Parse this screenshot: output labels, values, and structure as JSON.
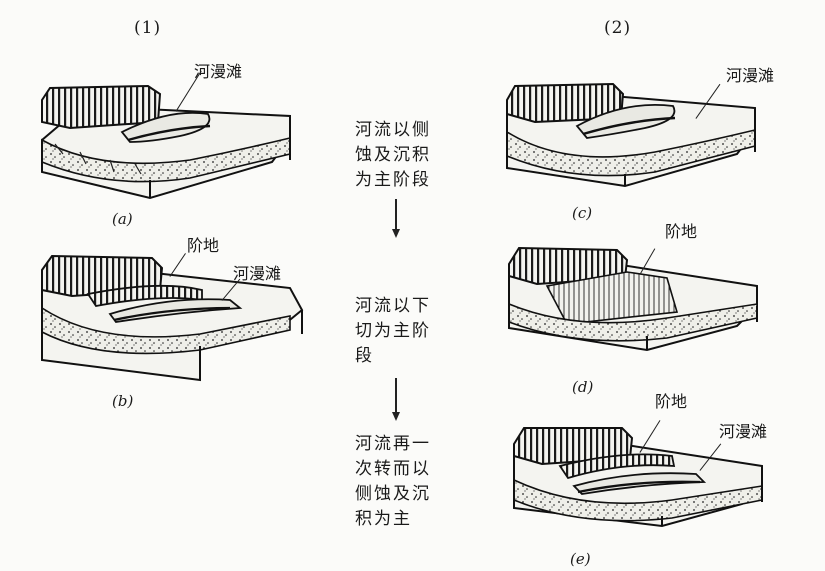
{
  "columns": {
    "left_title": "(1)",
    "right_title": "(2)"
  },
  "labels": {
    "floodplain": "河漫滩",
    "terrace": "阶地"
  },
  "captions": {
    "a": "(a)",
    "b": "(b)",
    "c": "(c)",
    "d": "(d)",
    "e": "(e)"
  },
  "stages": {
    "stage1": [
      "河流以侧",
      "蚀及沉积",
      "为主阶段"
    ],
    "stage2": [
      "河流以下",
      "切为主阶",
      "段"
    ],
    "stage3": [
      "河流再一",
      "次转而以",
      "侧蚀及沉",
      "积为主"
    ]
  }
}
